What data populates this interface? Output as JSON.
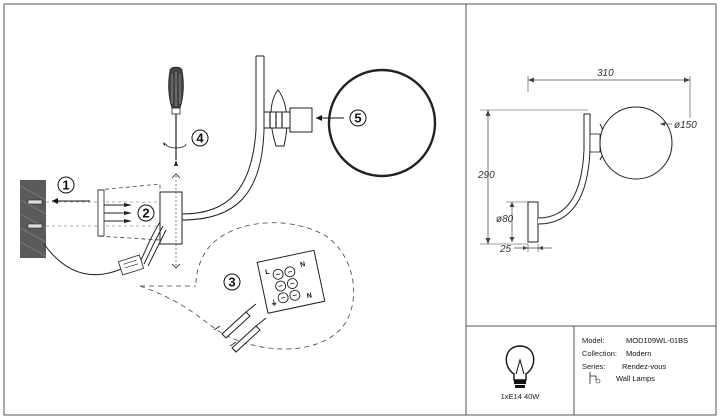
{
  "steps": [
    "1",
    "2",
    "3",
    "4",
    "5"
  ],
  "terminals": {
    "left": "L",
    "right": "N",
    "earth": "⏚"
  },
  "dimensions": {
    "width": "310",
    "height": "290",
    "globe": "ø150",
    "base": "ø80",
    "depth": "25"
  },
  "bulb_spec": "1xE14 40W",
  "title_block": {
    "model_label": "Model:",
    "model_value": "MOD109WL-01BS",
    "collection_label": "Collection:",
    "collection_value": "Modern",
    "series_label": "Series:",
    "series_value": "Rendez-vous",
    "type_value": "Wall Lamps"
  }
}
